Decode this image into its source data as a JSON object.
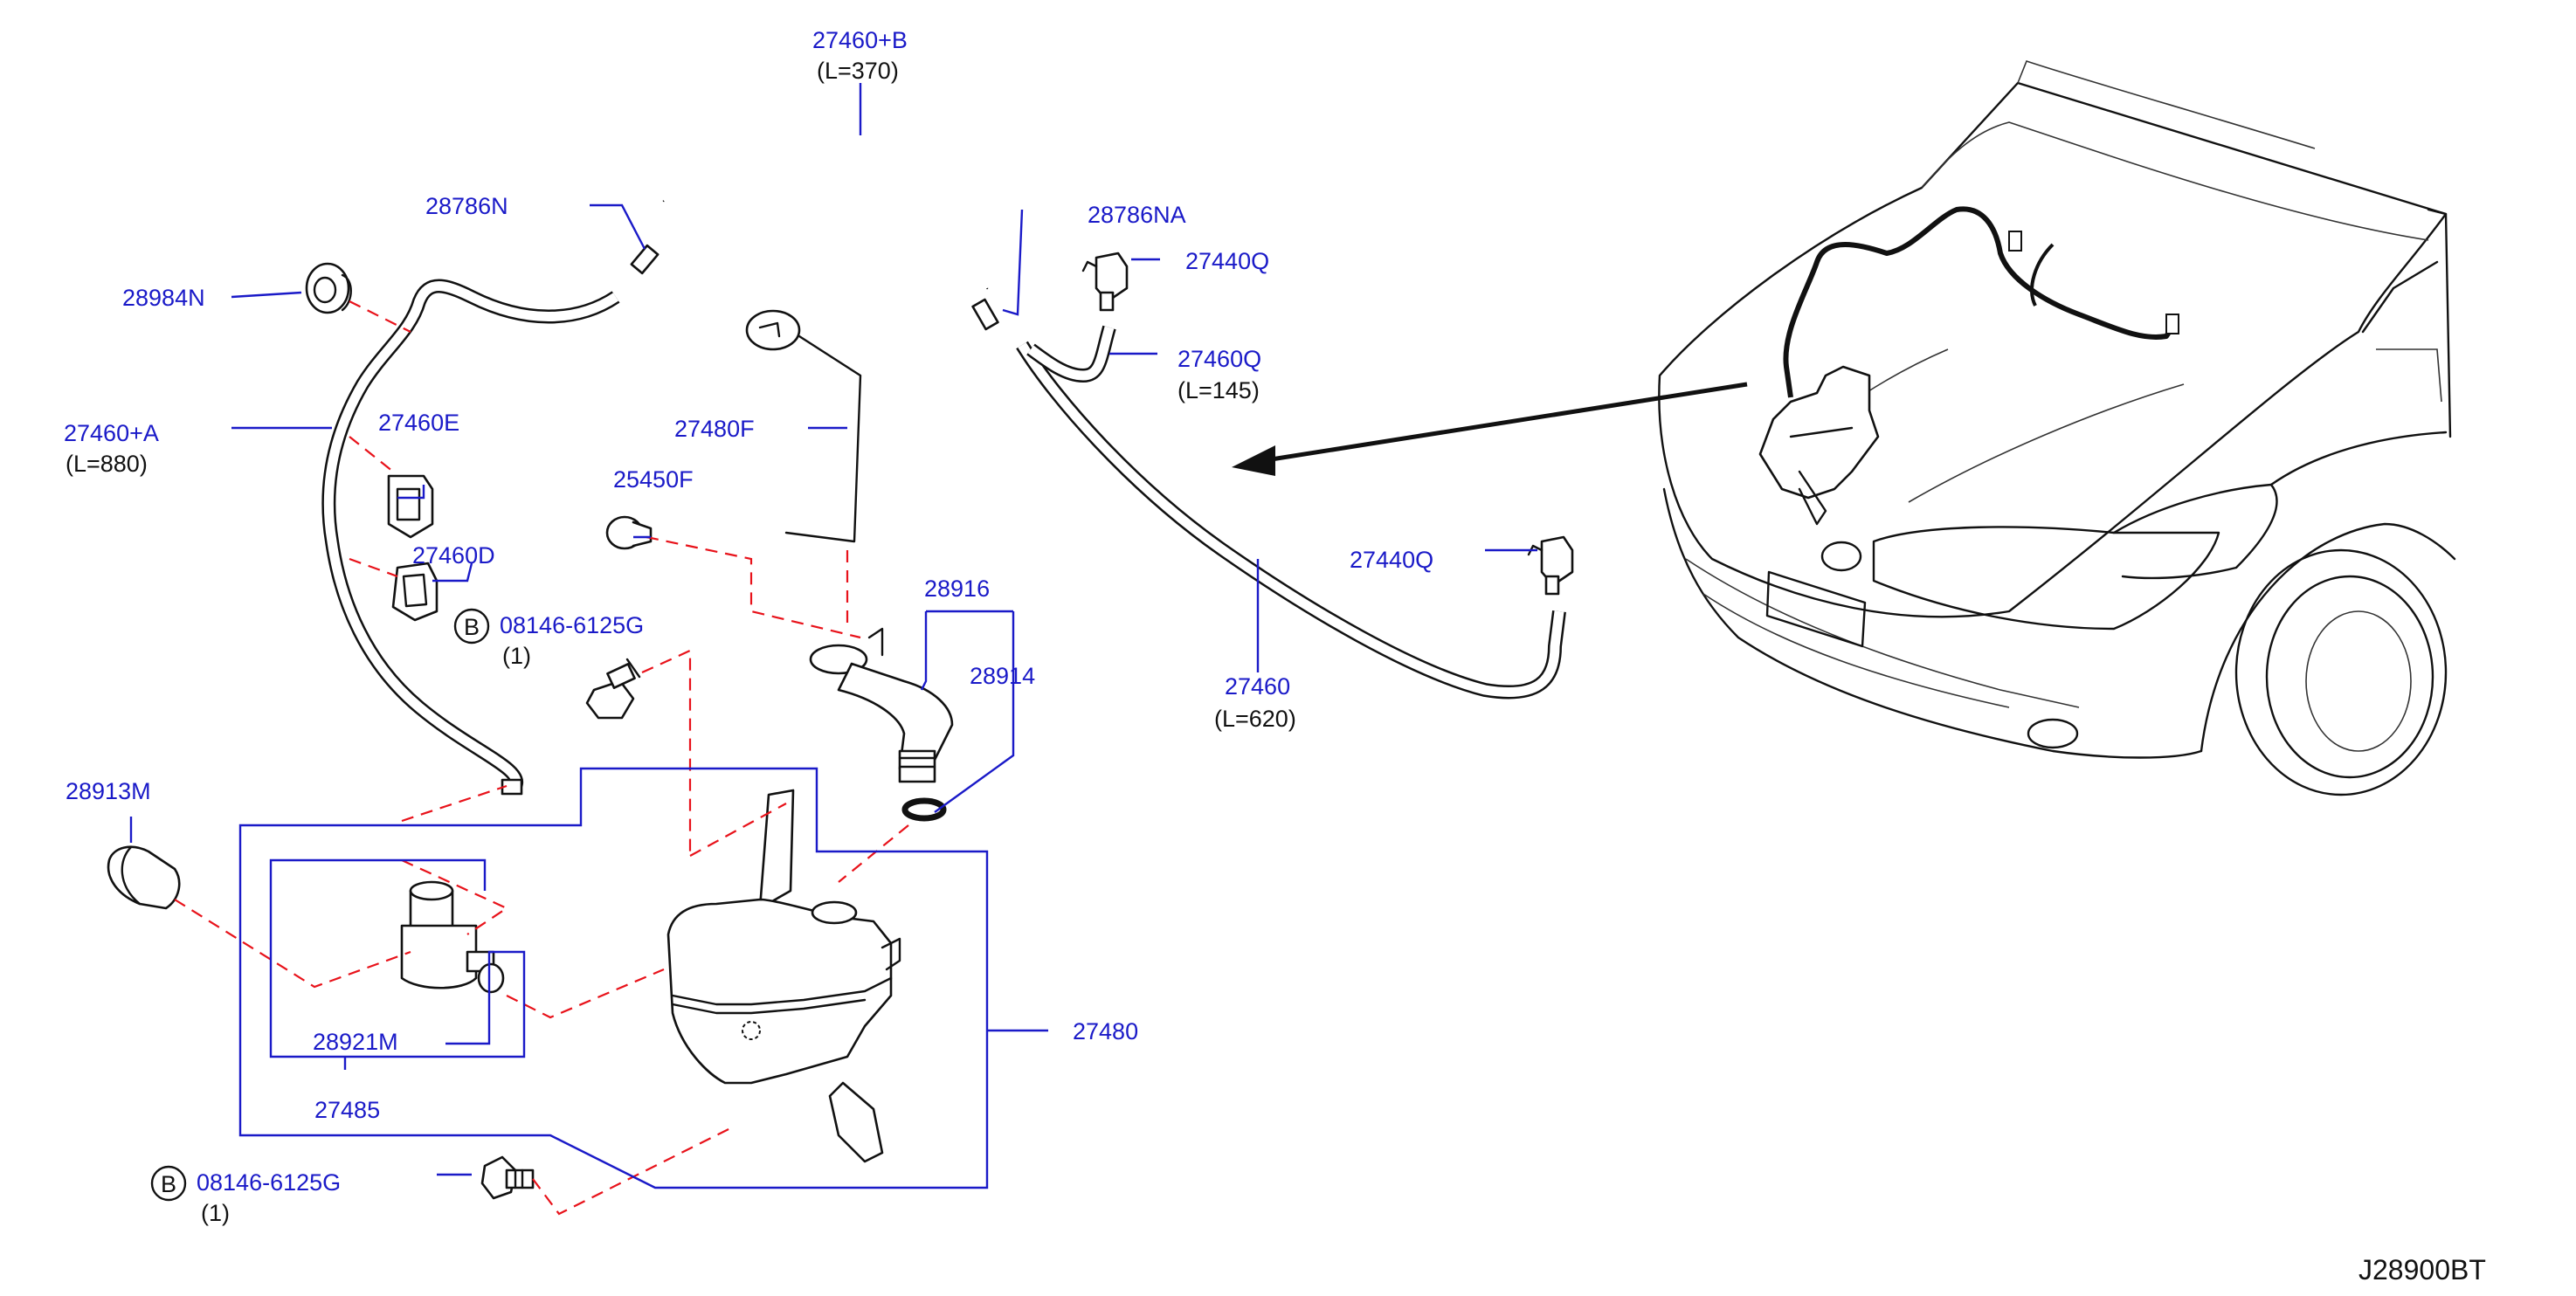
{
  "diagram_code": "J28900BT",
  "colors": {
    "callout": "#1a1ac8",
    "dashed_leader": "#e8121a",
    "line_art": "#111111",
    "background": "#ffffff"
  },
  "callouts": {
    "p27460B": {
      "part": "27460+B",
      "length": "(L=370)"
    },
    "p28786N": {
      "part": "28786N"
    },
    "p28984N": {
      "part": "28984N"
    },
    "p27460A": {
      "part": "27460+A",
      "length": "(L=880)"
    },
    "p27460E": {
      "part": "27460E"
    },
    "p27480F": {
      "part": "27480F"
    },
    "p25450F": {
      "part": "25450F"
    },
    "p27460D": {
      "part": "27460D"
    },
    "bolt1": {
      "marker": "B",
      "part": "08146-6125G",
      "qty": "(1)"
    },
    "p28916": {
      "part": "28916"
    },
    "p28914": {
      "part": "28914"
    },
    "p28786NA": {
      "part": "28786NA"
    },
    "p27440Q_top": {
      "part": "27440Q"
    },
    "p27460Q": {
      "part": "27460Q",
      "length": "(L=145)"
    },
    "p27440Q_mid": {
      "part": "27440Q"
    },
    "p27460": {
      "part": "27460",
      "length": "(L=620)"
    },
    "p28913M": {
      "part": "28913M"
    },
    "p28921M": {
      "part": "28921M"
    },
    "p27485": {
      "part": "27485"
    },
    "p27480": {
      "part": "27480"
    },
    "bolt2": {
      "marker": "B",
      "part": "08146-6125G",
      "qty": "(1)"
    }
  }
}
